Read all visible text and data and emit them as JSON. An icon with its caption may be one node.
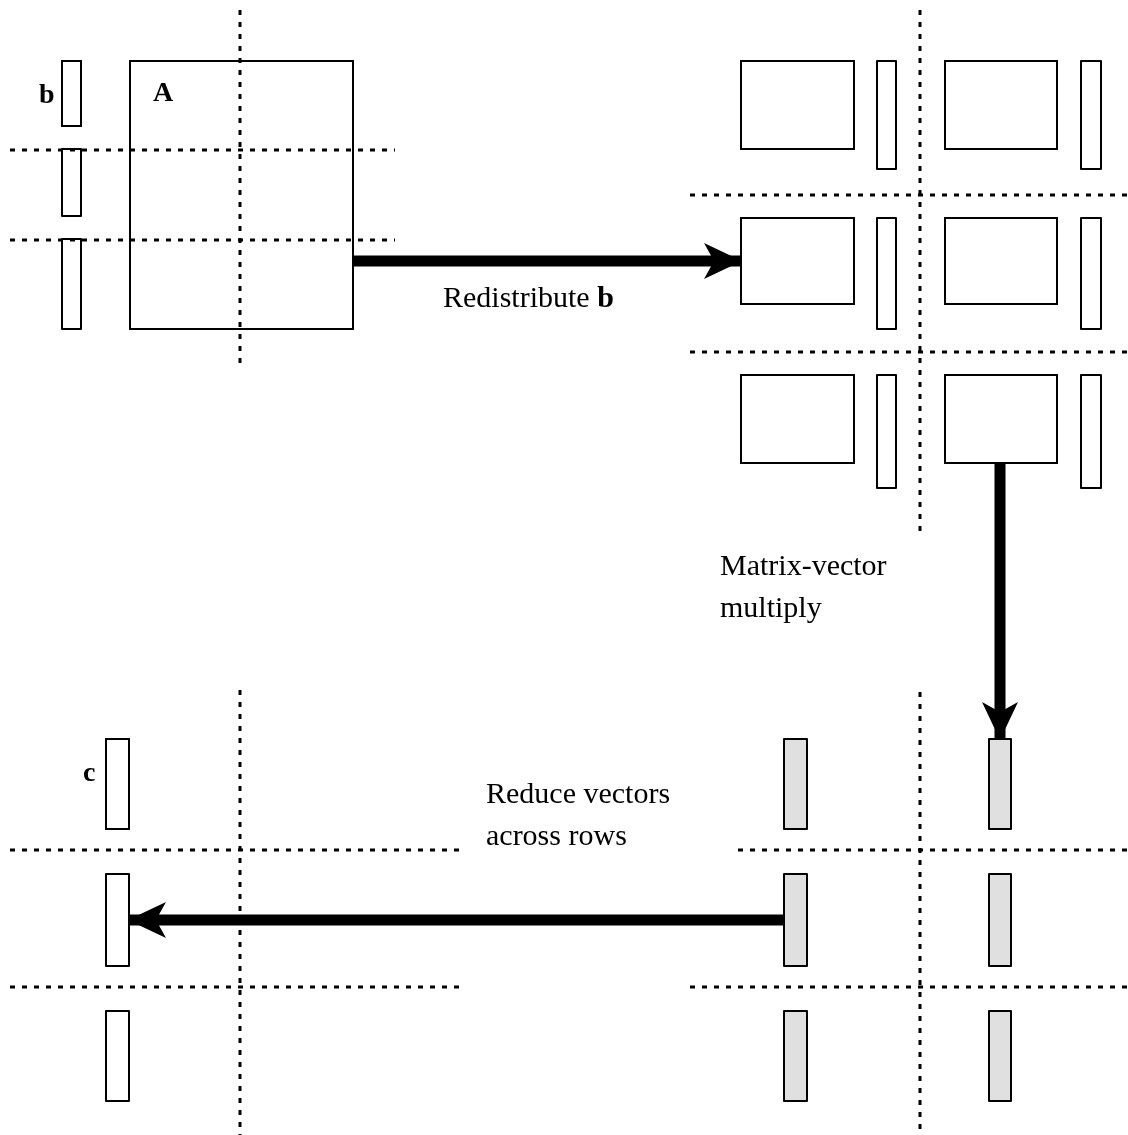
{
  "diagram": {
    "nodes": [
      {
        "text": [
          "b"
        ]
      },
      {
        "text": [],
        "shape": "bar"
      },
      {
        "text": [],
        "shape": "bar"
      },
      {
        "text": [
          "A"
        ]
      },
      {
        "text": [],
        "shape": "box"
      },
      {
        "text": [],
        "shape": "bar"
      },
      {
        "text": [],
        "shape": "box"
      },
      {
        "text": [],
        "shape": "bar"
      },
      {
        "text": [],
        "shape": "box"
      },
      {
        "text": [],
        "shape": "bar"
      },
      {
        "text": [],
        "shape": "box"
      },
      {
        "text": [],
        "shape": "bar"
      },
      {
        "text": [],
        "shape": "box"
      },
      {
        "text": [],
        "shape": "bar"
      },
      {
        "text": [],
        "shape": "box"
      },
      {
        "text": [],
        "shape": "bar"
      },
      {
        "text": [],
        "shape": "bar"
      },
      {
        "text": [],
        "shape": "bar"
      },
      {
        "text": [],
        "shape": "bar"
      },
      {
        "text": [],
        "shape": "bar"
      },
      {
        "text": [],
        "shape": "bar"
      },
      {
        "text": [],
        "shape": "bar"
      },
      {
        "text": [
          "c"
        ]
      },
      {
        "text": [],
        "shape": "bar"
      },
      {
        "text": [],
        "shape": "bar"
      }
    ],
    "edges": [
      {
        "from": 3,
        "to": 8,
        "arrow": "to",
        "label": "Redistribute **b**"
      },
      {
        "from": 14,
        "to": 17,
        "arrow": "to",
        "label": "Matrix-vector multiply"
      },
      {
        "from": 18,
        "to": 23,
        "arrow": "to",
        "label": "Reduce vectors across rows"
      }
    ]
  }
}
